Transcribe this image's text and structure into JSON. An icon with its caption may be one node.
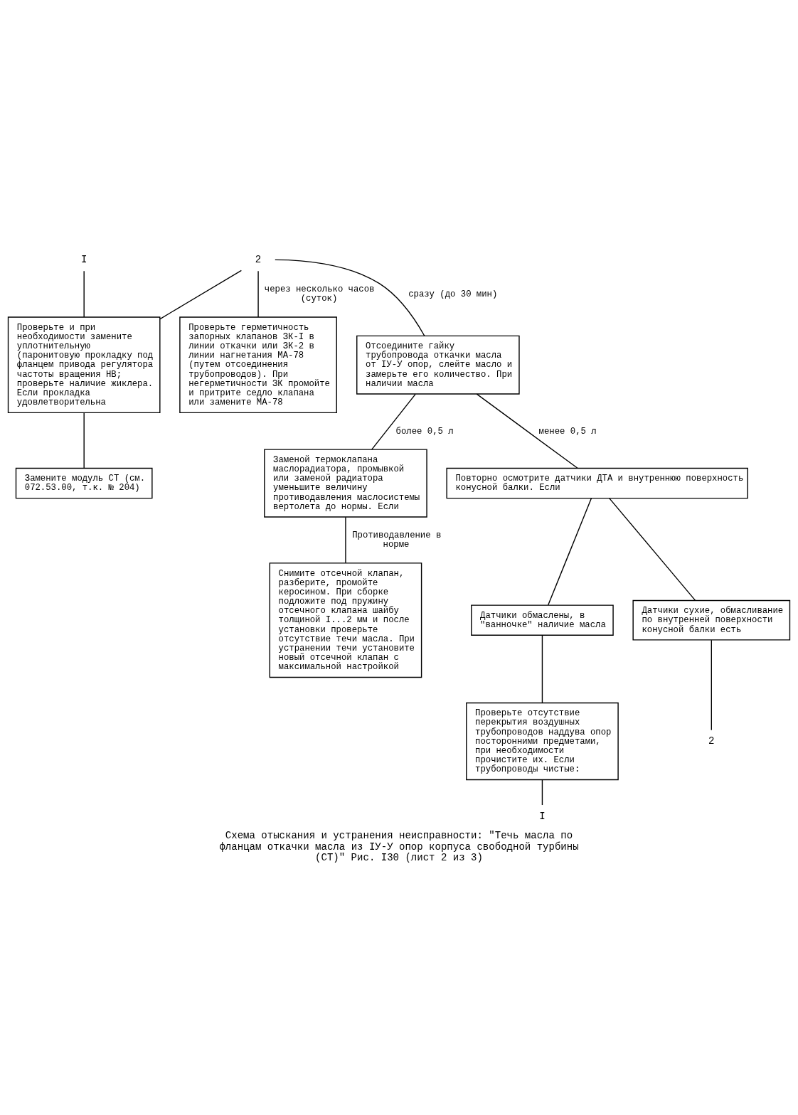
{
  "diagram": {
    "caption": "Схема отыскания и устранения неисправности: \"Течь масла по фланцам откачки масла из IУ-У опор корпуса свободной турбины (СТ)\" Рис. I30 (лист 2 из 3)",
    "nodes": [
      {
        "text": [
          "I"
        ]
      },
      {
        "text": [
          "2"
        ]
      },
      {
        "text": [
          "Проверьте и при необходимости замените уплотнительную (паронитовую прокладку под фланцем привода регулятора частоты вращения НВ; проверьте наличие жиклера. Если прокладка удовлетворительна"
        ]
      },
      {
        "text": [
          "Проверьте герметичность запорных клапанов ЗК-I в линии откачки или ЗК-2 в линии нагнетания МА-78 (путем отсоединения трубопроводов). При негерметичности ЗК промойте и притрите седло клапана или замените МА-78"
        ]
      },
      {
        "text": [
          "Отсоедините гайку трубопровода откачки масла от IУ-У опор, слейте масло и замерьте его количество. При наличии масла"
        ]
      },
      {
        "text": [
          "Замените модуль СТ (см. 072.53.00, т.к. № 204)"
        ]
      },
      {
        "text": [
          "Заменой термоклапана маслорадиатора, промывкой или заменой радиатора уменьшите величину противодавления маслосистемы вертолета до нормы. Если"
        ]
      },
      {
        "text": [
          "Повторно осмотрите датчики ДТА и внутреннюю поверхность конусной балки. Если"
        ]
      },
      {
        "text": [
          "Датчики обмаслены, в \"ванночке\" наличие масла"
        ]
      },
      {
        "text": [
          "Датчики сухие, обмасливание по внутренней поверхности конусной балки есть"
        ]
      },
      {
        "text": [
          "Снимите отсечной клапан, разберите, промойте керосином. При сборке подложите под пружину отсечного клапана шайбу толщиной I...2 мм и после установки проверьте отсутствие течи масла. При устранении течи установите новый отсечной клапан с максимальной настройкой"
        ]
      },
      {
        "text": [
          "2"
        ]
      },
      {
        "text": [
          "Проверьте отсутствие перекрытия воздушных трубопроводов наддува опор посторонними предметами, при необходимости прочистите их. Если трубопроводы чистые:"
        ]
      },
      {
        "text": [
          "I"
        ]
      }
    ],
    "edges": [
      {
        "from": 0,
        "to": 2,
        "arrow": "none"
      },
      {
        "from": 1,
        "to": 2,
        "arrow": "none"
      },
      {
        "from": 1,
        "to": 3,
        "arrow": "none",
        "label": "через несколько часов (суток)"
      },
      {
        "from": 1,
        "to": 4,
        "arrow": "none",
        "label": "сразу (до 30 мин)"
      },
      {
        "from": 2,
        "to": 5,
        "arrow": "none"
      },
      {
        "from": 4,
        "to": 6,
        "arrow": "none",
        "label": "более 0,5 л"
      },
      {
        "from": 4,
        "to": 7,
        "arrow": "none",
        "label": "менее 0,5 л"
      },
      {
        "from": 6,
        "to": 10,
        "arrow": "none",
        "label": "Противодавление в норме"
      },
      {
        "from": 7,
        "to": 8,
        "arrow": "none"
      },
      {
        "from": 7,
        "to": 9,
        "arrow": "none"
      },
      {
        "from": 8,
        "to": 12,
        "arrow": "none"
      },
      {
        "from": 9,
        "to": 11,
        "arrow": "none"
      },
      {
        "from": 12,
        "to": 13,
        "arrow": "none"
      }
    ]
  }
}
